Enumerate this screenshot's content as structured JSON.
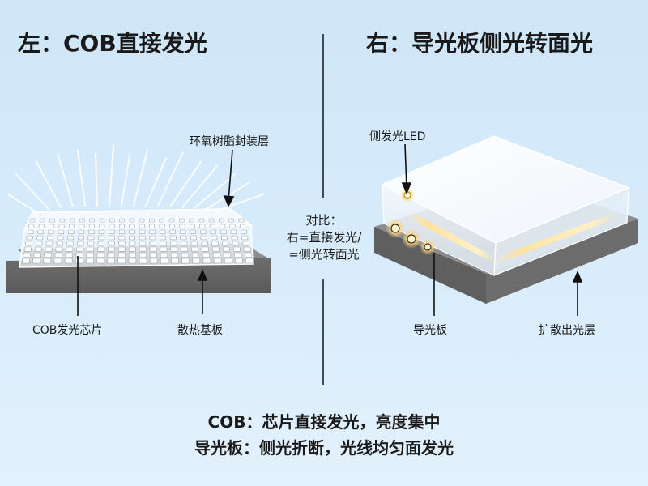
{
  "left_title": "左：COB直接发光",
  "right_title": "右：导光板侧光转面光",
  "left_labels": {
    "epoxy": "环氧树脂封装层",
    "chip": "COB发光芯片",
    "substrate": "散热基板"
  },
  "right_labels": {
    "side_led": "侧发光LED",
    "light_guide": "导光板",
    "diffuser": "扩散出光层"
  },
  "comparison": {
    "heading": "对比：",
    "line1": "右=直接发光/",
    "line2": "=侧光转面光"
  },
  "summary": {
    "line1": "COB：芯片直接发光，亮度集中",
    "line2": "导光板：侧光折断，光线均匀面发光"
  },
  "colors": {
    "background": "#d3e9f9",
    "substrate": "#7a7a7a",
    "led_glow": "#ffd27a"
  }
}
